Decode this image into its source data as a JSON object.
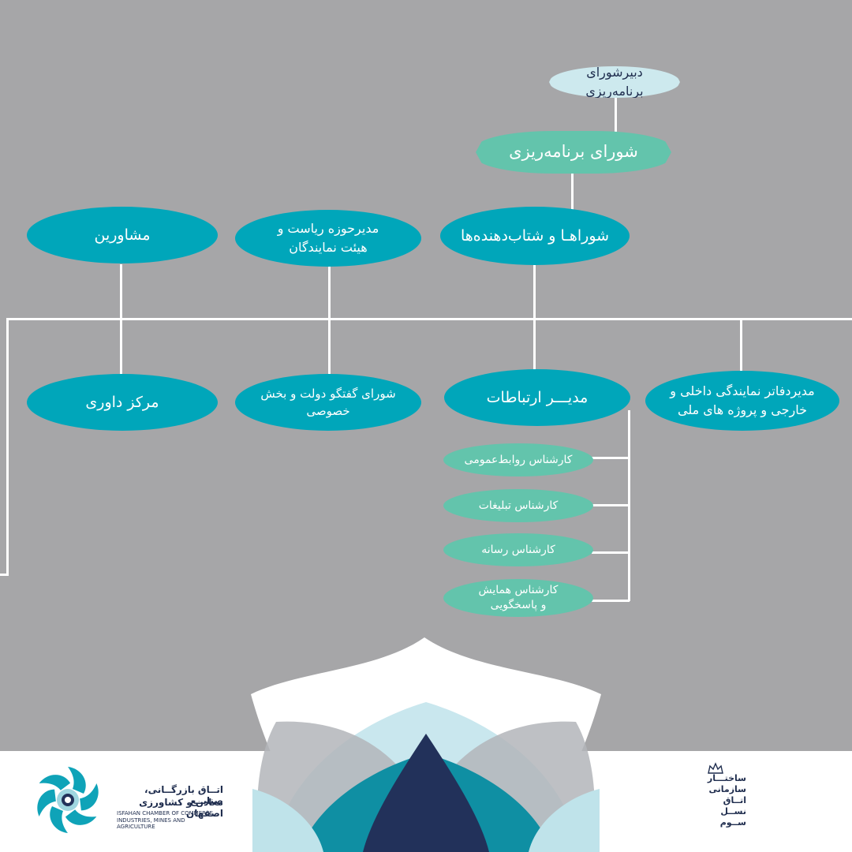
{
  "chart": {
    "secretary": "دبیرشورای برنامه‌ریزی",
    "council": "شورای برنامه‌ریزی",
    "councils_accelerators": "شوراهـا و شتاب‌دهنده‌ها",
    "presidency_manager": "مدیرحوزه ریاست و هیئت نمایندگان",
    "advisors": "مشاورین",
    "offices_manager": "مدیردفاتر نمایندگی داخلی و خارجی و پروژه های ملی",
    "communications_manager": "مدیـــر ارتباطات",
    "dialogue_council": "شورای گفتگو دولت و بخش خصوصی",
    "arbitration_center": "مرکز داوری",
    "pr_expert": "کارشناس روابط‌عمومی",
    "ads_expert": "کارشناس تبلیغات",
    "media_expert": "کارشناس رسانه",
    "events_expert": "کارشناس همایش و پاسخگویی"
  },
  "footer": {
    "chamber_name_fa_1": "اتــاق بازرگــانی، صنایــع",
    "chamber_name_fa_2": "معادن و کشاورزی اصفهان",
    "chamber_name_en_1": "ISFAHAN CHAMBER OF COMMERCE",
    "chamber_name_en_2": "INDUSTRIES, MINES AND AGRICULTURE",
    "structure_line_1": "ساختـــار",
    "structure_line_2": "سازمانی",
    "structure_line_3": "اتــاق",
    "structure_line_4": "نســل",
    "structure_line_5": "ســوم"
  },
  "colors": {
    "background": "#a6a6a8",
    "teal": "#00a6ba",
    "mint": "#63c4ac",
    "pale": "#cde9ee",
    "navy": "#1f2d4e",
    "lines": "#ffffff"
  }
}
